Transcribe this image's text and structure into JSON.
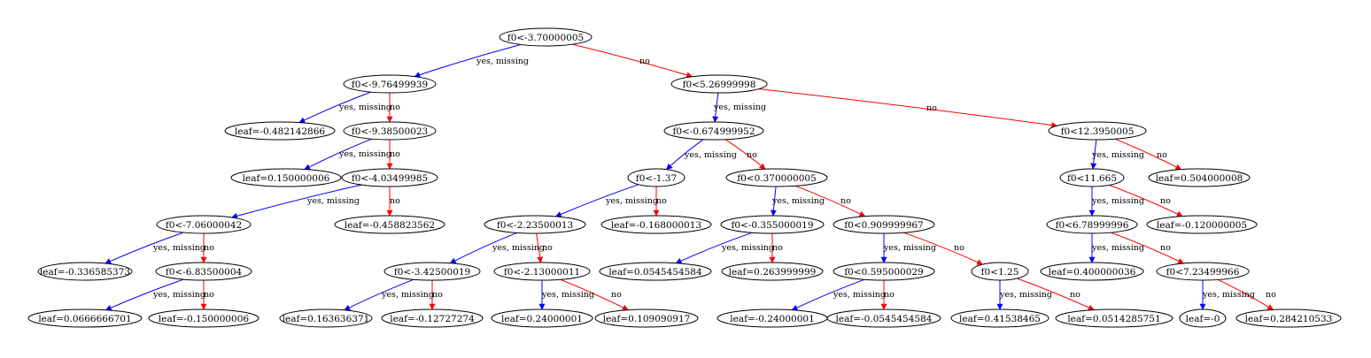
{
  "edge_colors": {
    "yes": "#0000ff",
    "no": "#ff0000"
  },
  "nodes": [
    {
      "id": "n0",
      "label": "f0<-3.70000005"
    },
    {
      "id": "n1",
      "label": "f0<-9.76499939"
    },
    {
      "id": "n2",
      "label": "f0<5.26999998"
    },
    {
      "id": "n3",
      "label": "leaf=-0.482142866"
    },
    {
      "id": "n4",
      "label": "f0<-9.38500023"
    },
    {
      "id": "n5",
      "label": "f0<-0.674999952"
    },
    {
      "id": "n6",
      "label": "f0<12.3950005"
    },
    {
      "id": "n7",
      "label": "leaf=0.150000006"
    },
    {
      "id": "n8",
      "label": "f0<-4.03499985"
    },
    {
      "id": "n9",
      "label": "f0<-1.37"
    },
    {
      "id": "n10",
      "label": "f0<0.370000005"
    },
    {
      "id": "n11",
      "label": "f0<11.665"
    },
    {
      "id": "n12",
      "label": "leaf=0.504000008"
    },
    {
      "id": "n13",
      "label": "f0<-7.06000042"
    },
    {
      "id": "n14",
      "label": "leaf=-0.458823562"
    },
    {
      "id": "n15",
      "label": "f0<-2.23500013"
    },
    {
      "id": "n16",
      "label": "leaf=-0.168000013"
    },
    {
      "id": "n17",
      "label": "f0<-0.355000019"
    },
    {
      "id": "n18",
      "label": "f0<0.909999967"
    },
    {
      "id": "n19",
      "label": "f0<6.78999996"
    },
    {
      "id": "n20",
      "label": "leaf=-0.120000005"
    },
    {
      "id": "n21",
      "label": "leaf=-0.336585373"
    },
    {
      "id": "n22",
      "label": "f0<-6.83500004"
    },
    {
      "id": "n23",
      "label": "f0<-3.42500019"
    },
    {
      "id": "n24",
      "label": "f0<-2.13000011"
    },
    {
      "id": "n25",
      "label": "leaf=0.0545454584"
    },
    {
      "id": "n26",
      "label": "leaf=0.263999999"
    },
    {
      "id": "n27",
      "label": "f0<0.595000029"
    },
    {
      "id": "n28",
      "label": "f0<1.25"
    },
    {
      "id": "n29",
      "label": "leaf=0.400000036"
    },
    {
      "id": "n30",
      "label": "f0<7.23499966"
    },
    {
      "id": "n31",
      "label": "leaf=0.0666666701"
    },
    {
      "id": "n32",
      "label": "leaf=-0.150000006"
    },
    {
      "id": "n33",
      "label": "leaf=0.163636371"
    },
    {
      "id": "n34",
      "label": "leaf=-0.12727274"
    },
    {
      "id": "n35",
      "label": "leaf=0.24000001"
    },
    {
      "id": "n36",
      "label": "leaf=0.109090917"
    },
    {
      "id": "n37",
      "label": "leaf=-0.24000001"
    },
    {
      "id": "n38",
      "label": "leaf=-0.0545454584"
    },
    {
      "id": "n39",
      "label": "leaf=0.41538465"
    },
    {
      "id": "n40",
      "label": "leaf=0.0514285751"
    },
    {
      "id": "n41",
      "label": "leaf=-0"
    },
    {
      "id": "n42",
      "label": "leaf=0.284210533"
    }
  ],
  "edges": [
    {
      "from": "n0",
      "to": "n1",
      "kind": "yes",
      "label": "yes, missing"
    },
    {
      "from": "n0",
      "to": "n2",
      "kind": "no",
      "label": "no"
    },
    {
      "from": "n1",
      "to": "n3",
      "kind": "yes",
      "label": "yes, missing"
    },
    {
      "from": "n1",
      "to": "n4",
      "kind": "no",
      "label": "no"
    },
    {
      "from": "n2",
      "to": "n5",
      "kind": "yes",
      "label": "yes, missing"
    },
    {
      "from": "n2",
      "to": "n6",
      "kind": "no",
      "label": "no"
    },
    {
      "from": "n4",
      "to": "n7",
      "kind": "yes",
      "label": "yes, missing"
    },
    {
      "from": "n4",
      "to": "n8",
      "kind": "no",
      "label": "no"
    },
    {
      "from": "n5",
      "to": "n9",
      "kind": "yes",
      "label": "yes, missing"
    },
    {
      "from": "n5",
      "to": "n10",
      "kind": "no",
      "label": "no"
    },
    {
      "from": "n6",
      "to": "n11",
      "kind": "yes",
      "label": "yes, missing"
    },
    {
      "from": "n6",
      "to": "n12",
      "kind": "no",
      "label": "no"
    },
    {
      "from": "n8",
      "to": "n13",
      "kind": "yes",
      "label": "yes, missing"
    },
    {
      "from": "n8",
      "to": "n14",
      "kind": "no",
      "label": "no"
    },
    {
      "from": "n9",
      "to": "n15",
      "kind": "yes",
      "label": "yes, missing"
    },
    {
      "from": "n9",
      "to": "n16",
      "kind": "no",
      "label": "no"
    },
    {
      "from": "n10",
      "to": "n17",
      "kind": "yes",
      "label": "yes, missing"
    },
    {
      "from": "n10",
      "to": "n18",
      "kind": "no",
      "label": "no"
    },
    {
      "from": "n11",
      "to": "n19",
      "kind": "yes",
      "label": "yes, missing"
    },
    {
      "from": "n11",
      "to": "n20",
      "kind": "no",
      "label": "no"
    },
    {
      "from": "n13",
      "to": "n21",
      "kind": "yes",
      "label": "yes, missing"
    },
    {
      "from": "n13",
      "to": "n22",
      "kind": "no",
      "label": "no"
    },
    {
      "from": "n15",
      "to": "n23",
      "kind": "yes",
      "label": "yes, missing"
    },
    {
      "from": "n15",
      "to": "n24",
      "kind": "no",
      "label": "no"
    },
    {
      "from": "n17",
      "to": "n25",
      "kind": "yes",
      "label": "yes, missing"
    },
    {
      "from": "n17",
      "to": "n26",
      "kind": "no",
      "label": "no"
    },
    {
      "from": "n18",
      "to": "n27",
      "kind": "yes",
      "label": "yes, missing"
    },
    {
      "from": "n18",
      "to": "n28",
      "kind": "no",
      "label": "no"
    },
    {
      "from": "n19",
      "to": "n29",
      "kind": "yes",
      "label": "yes, missing"
    },
    {
      "from": "n19",
      "to": "n30",
      "kind": "no",
      "label": "no"
    },
    {
      "from": "n22",
      "to": "n31",
      "kind": "yes",
      "label": "yes, missing"
    },
    {
      "from": "n22",
      "to": "n32",
      "kind": "no",
      "label": "no"
    },
    {
      "from": "n23",
      "to": "n33",
      "kind": "yes",
      "label": "yes, missing"
    },
    {
      "from": "n23",
      "to": "n34",
      "kind": "no",
      "label": "no"
    },
    {
      "from": "n24",
      "to": "n35",
      "kind": "yes",
      "label": "yes, missing"
    },
    {
      "from": "n24",
      "to": "n36",
      "kind": "no",
      "label": "no"
    },
    {
      "from": "n27",
      "to": "n37",
      "kind": "yes",
      "label": "yes, missing"
    },
    {
      "from": "n27",
      "to": "n38",
      "kind": "no",
      "label": "no"
    },
    {
      "from": "n28",
      "to": "n39",
      "kind": "yes",
      "label": "yes, missing"
    },
    {
      "from": "n28",
      "to": "n40",
      "kind": "no",
      "label": "no"
    },
    {
      "from": "n30",
      "to": "n41",
      "kind": "yes",
      "label": "yes, missing"
    },
    {
      "from": "n30",
      "to": "n42",
      "kind": "no",
      "label": "no"
    }
  ]
}
